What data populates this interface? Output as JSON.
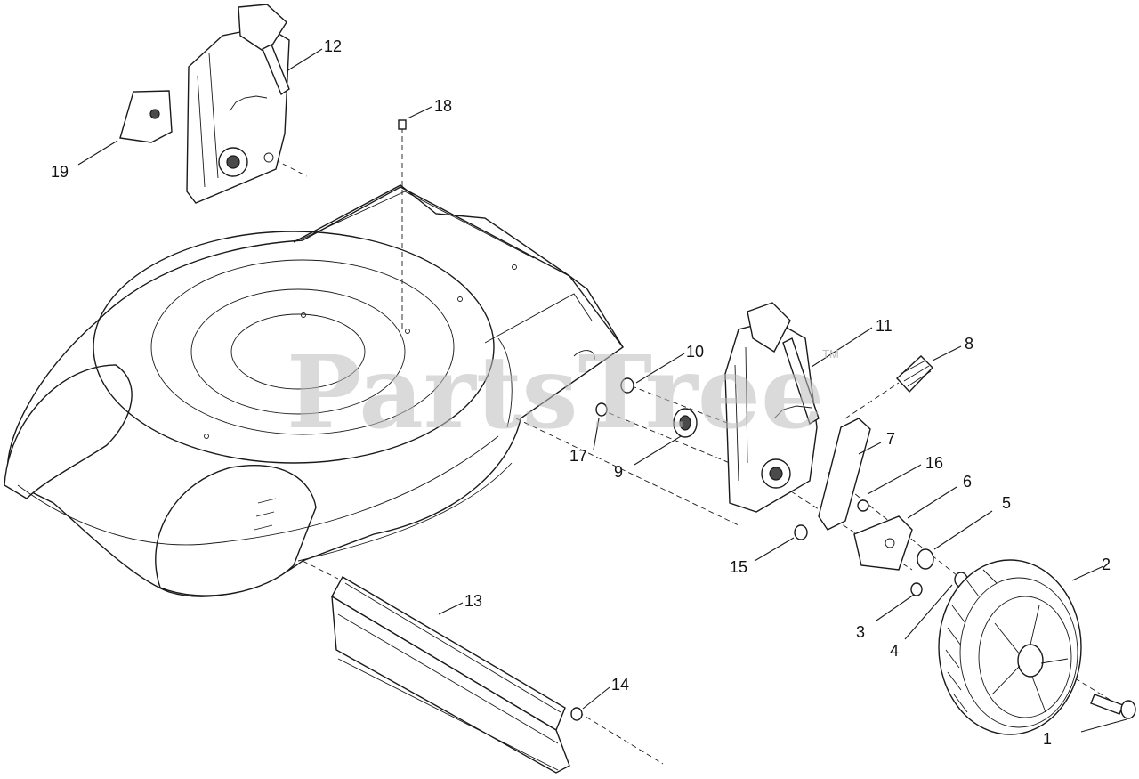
{
  "diagram": {
    "watermark": "PartsTree",
    "watermark_mark": "TM",
    "callouts": [
      {
        "id": "c1",
        "label": "1"
      },
      {
        "id": "c2",
        "label": "2"
      },
      {
        "id": "c3",
        "label": "3"
      },
      {
        "id": "c4",
        "label": "4"
      },
      {
        "id": "c5",
        "label": "5"
      },
      {
        "id": "c6",
        "label": "6"
      },
      {
        "id": "c7",
        "label": "7"
      },
      {
        "id": "c8",
        "label": "8"
      },
      {
        "id": "c9",
        "label": "9"
      },
      {
        "id": "c10",
        "label": "10"
      },
      {
        "id": "c11",
        "label": "11"
      },
      {
        "id": "c12",
        "label": "12"
      },
      {
        "id": "c13",
        "label": "13"
      },
      {
        "id": "c14",
        "label": "14"
      },
      {
        "id": "c15",
        "label": "15"
      },
      {
        "id": "c16",
        "label": "16"
      },
      {
        "id": "c17",
        "label": "17"
      },
      {
        "id": "c18",
        "label": "18"
      },
      {
        "id": "c19",
        "label": "19"
      }
    ]
  }
}
